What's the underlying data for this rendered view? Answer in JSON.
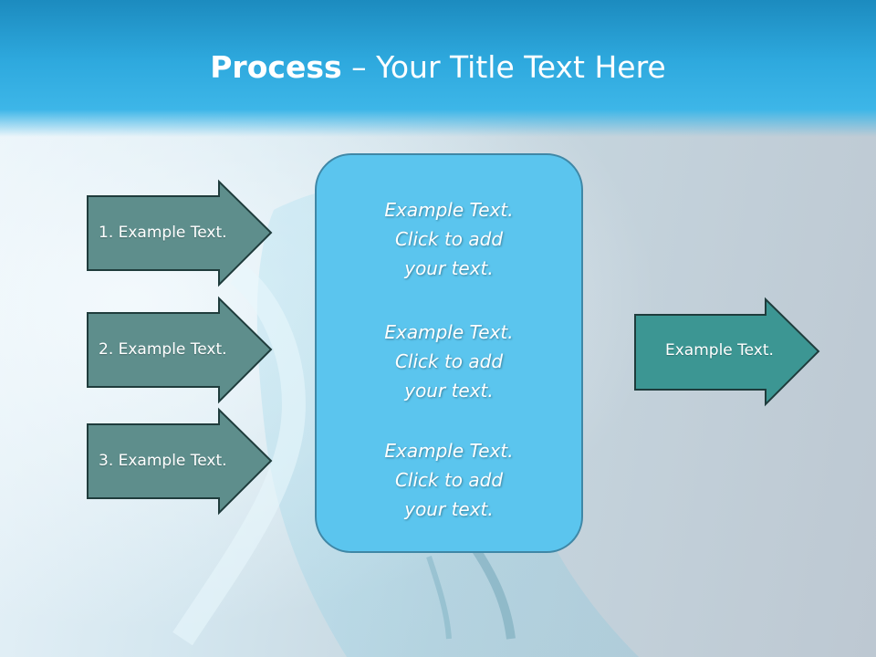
{
  "title": {
    "bold": "Process",
    "rest": " – Your Title Text Here"
  },
  "left_arrows": [
    {
      "label": "1. Example Text."
    },
    {
      "label": "2. Example Text."
    },
    {
      "label": "3. Example Text."
    }
  ],
  "center_box": {
    "blocks": [
      {
        "lines": [
          "Example Text.",
          "Click  to add",
          "your text."
        ]
      },
      {
        "lines": [
          "Example Text.",
          "Click  to add",
          "your text."
        ]
      },
      {
        "lines": [
          "Example Text.",
          "Click  to add",
          "your text."
        ]
      }
    ]
  },
  "right_arrow": {
    "label": "Example Text."
  },
  "colors": {
    "left_arrow_fill": "#5e8e8c",
    "right_arrow_fill": "#3c9693",
    "arrow_border": "#1f3c3c",
    "center_box_fill": "#5bc5ee",
    "center_box_border": "#3f87a6",
    "title_band": "#2ea9de",
    "text": "#ffffff"
  }
}
